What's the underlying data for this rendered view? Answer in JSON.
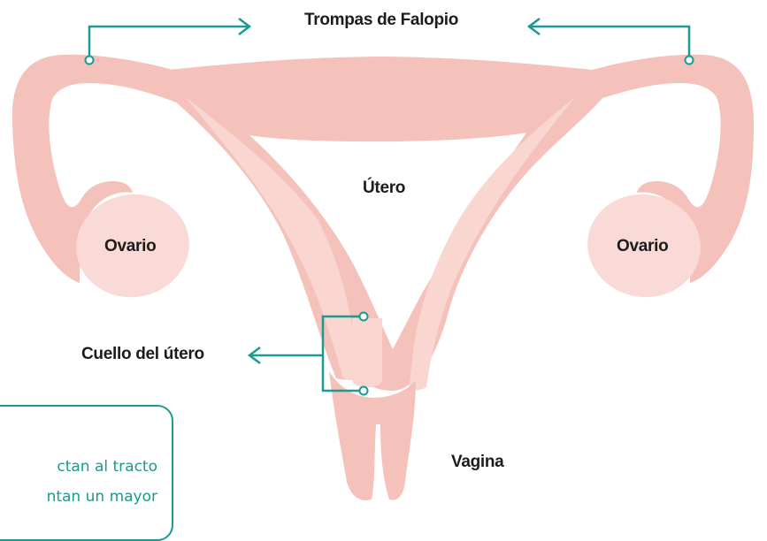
{
  "labels": {
    "fallopian_tubes": "Trompas de Falopio",
    "uterus": "Útero",
    "ovary_left": "Ovario",
    "ovary_right": "Ovario",
    "cervix": "Cuello del útero",
    "vagina": "Vagina"
  },
  "note": {
    "line1": "ctan al tracto",
    "line2": "ntan un mayor"
  },
  "colors": {
    "organ": "#f4c1bb",
    "organ_light": "#fad6d0",
    "ovary": "#f9dad6",
    "accent": "#1a9a92",
    "text": "#1c1c1c"
  }
}
